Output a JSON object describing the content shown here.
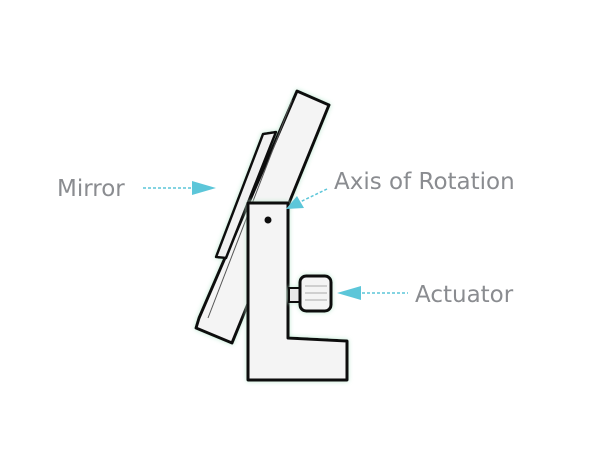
{
  "labels": {
    "mirror": "Mirror",
    "axis": "Axis of Rotation",
    "actuator": "Actuator"
  },
  "colors": {
    "arrow": "#5cc6d9",
    "label": "#8a8c90",
    "outline": "#111111",
    "glow": "#c8ecd8",
    "fill": "#f4f4f4"
  }
}
